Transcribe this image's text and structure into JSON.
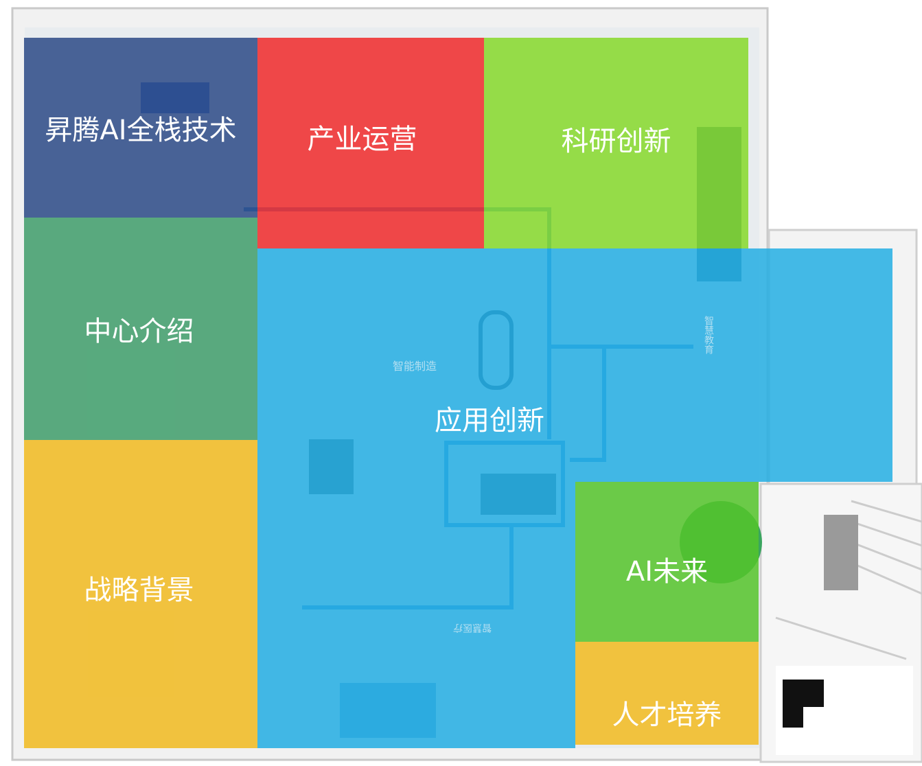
{
  "zones": {
    "ascend_stack": {
      "label": "昇腾AI全栈技术",
      "color": "#2c4a86"
    },
    "industry_ops": {
      "label": "产业运营",
      "color": "#f02a2a"
    },
    "research": {
      "label": "科研创新",
      "color": "#86d92a"
    },
    "center_intro": {
      "label": "中心介绍",
      "color": "#3f9e6a"
    },
    "strategy": {
      "label": "战略背景",
      "color": "#f2bb1e"
    },
    "application": {
      "label": "应用创新",
      "color": "#23aee3"
    },
    "ai_future": {
      "label": "AI未来",
      "color": "#55c42a"
    },
    "talent": {
      "label": "人才培养",
      "color": "#f2bb1e"
    }
  },
  "floor_signs": {
    "smart_manufacturing": "智能制造",
    "smart_education": "智慧教育",
    "smart_medical": "智慧医疗"
  }
}
